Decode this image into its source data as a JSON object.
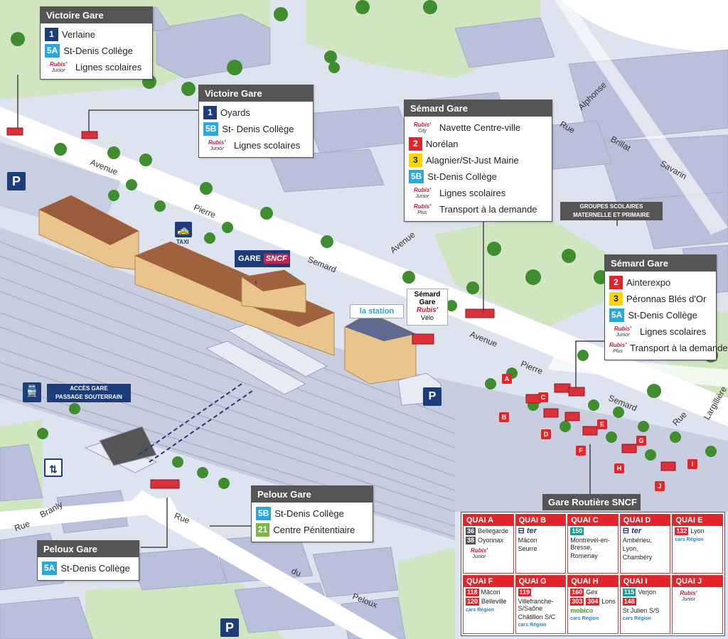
{
  "streets": {
    "avenue_1": "Avenue",
    "pierre_1": "Pierre",
    "avenue_2": "Avenue",
    "semard_1": "Semard",
    "avenue_3": "Avenue",
    "pierre_2": "Pierre",
    "semard_2": "Semard",
    "alphonse": "Alphonse",
    "rue_1": "Rue",
    "brillat": "Brillat",
    "savarin": "Savarin",
    "rue_2": "Rue",
    "largilliere": "Largillière",
    "rue_3": "Rue",
    "branly": "Branly",
    "rue_4": "Rue",
    "du": "du",
    "peloux": "Peloux"
  },
  "map_labels": {
    "taxi": "TAXI",
    "gare": "GARE",
    "sncf": "SNCF",
    "la_station": "la station",
    "semard_gare_line1": "Sémard",
    "semard_gare_line2": "Gare",
    "rubis": "Rubis'",
    "velo": "Vélo",
    "acces_line1": "ACCÈS GARE",
    "acces_line2": "PASSAGE SOUTERRAIN",
    "groupes_line1": "GROUPES SCOLAIRES",
    "groupes_line2": "MATERNELLE ET PRIMAIRE",
    "parking": "P",
    "quai_letters": [
      "A",
      "B",
      "C",
      "D",
      "E",
      "F",
      "G",
      "H",
      "I",
      "J"
    ]
  },
  "colors": {
    "line_blue": "#1c3d7a",
    "line_cyan": "#29a8e0",
    "line_red": "#e3242b",
    "line_yellow": "#ffd400",
    "line_green": "#7ab648",
    "line_gray": "#555555",
    "line_teal": "#1a9a8e"
  },
  "panels": {
    "victoire1": {
      "title": "Victoire Gare",
      "lines": [
        {
          "badge": "1",
          "color": "#1c3d7a",
          "text": "Verlaine"
        },
        {
          "badge": "5A",
          "color": "#29a8e0",
          "text": "St-Denis Collège"
        },
        {
          "logo": "Junior",
          "text": "Lignes scolaires"
        }
      ]
    },
    "victoire2": {
      "title": "Victoire Gare",
      "lines": [
        {
          "badge": "1",
          "color": "#1c3d7a",
          "text": "Oyards"
        },
        {
          "badge": "5B",
          "color": "#29a8e0",
          "text": "St- Denis Collège"
        },
        {
          "logo": "Junior",
          "text": "Lignes scolaires"
        }
      ]
    },
    "semard1": {
      "title": "Sémard Gare",
      "lines": [
        {
          "logo": "City",
          "text": "Navette Centre-ville"
        },
        {
          "badge": "2",
          "color": "#e3242b",
          "text": "Norélan"
        },
        {
          "badge": "3",
          "color": "#ffd400",
          "text": "Alagnier/St-Just Mairie"
        },
        {
          "badge": "5B",
          "color": "#29a8e0",
          "text": "St-Denis Collège"
        },
        {
          "logo": "Junior",
          "text": "Lignes scolaires"
        },
        {
          "logo": "Plus",
          "text": "Transport à la demande"
        }
      ]
    },
    "semard2": {
      "title": "Sémard Gare",
      "lines": [
        {
          "badge": "2",
          "color": "#e3242b",
          "text": "Ainterexpo"
        },
        {
          "badge": "3",
          "color": "#ffd400",
          "text": "Péronnas Blés d'Or"
        },
        {
          "badge": "5A",
          "color": "#29a8e0",
          "text": "St-Denis Collège"
        },
        {
          "logo": "Junior",
          "text": "Lignes scolaires"
        },
        {
          "logo": "Plus",
          "text": "Transport à la demande"
        }
      ]
    },
    "peloux1": {
      "title": "Peloux Gare",
      "lines": [
        {
          "badge": "5B",
          "color": "#29a8e0",
          "text": "St-Denis Collège"
        },
        {
          "badge": "21",
          "color": "#7ab648",
          "text": "Centre Pénitentiaire"
        }
      ]
    },
    "peloux2": {
      "title": "Peloux Gare",
      "lines": [
        {
          "badge": "5A",
          "color": "#29a8e0",
          "text": "St-Denis Collège"
        }
      ]
    }
  },
  "gare_routiere": {
    "title": "Gare Routière SNCF",
    "quais": [
      {
        "name": "QUAI A",
        "lines": [
          {
            "badge": "36",
            "color": "#555555",
            "text": "Bellegarde"
          },
          {
            "badge": "38",
            "color": "#555555",
            "text": "Oyonnax"
          },
          {
            "logo": "Junior",
            "text": ""
          }
        ]
      },
      {
        "name": "QUAI B",
        "lines": [
          {
            "ter": "ter",
            "text": ""
          },
          {
            "text": "Mâcon"
          },
          {
            "text": "Seurre"
          }
        ]
      },
      {
        "name": "QUAI C",
        "lines": [
          {
            "badge": "150",
            "color": "#1a9a8e",
            "text": ""
          },
          {
            "text": "Montrevel-en-Bresse,"
          },
          {
            "text": "Romenay"
          }
        ]
      },
      {
        "name": "QUAI D",
        "lines": [
          {
            "ter": "ter",
            "text": ""
          },
          {
            "text": "Ambérieu,"
          },
          {
            "text": "Lyon,"
          },
          {
            "text": "Chambéry"
          }
        ]
      },
      {
        "name": "QUAI E",
        "lines": [
          {
            "badge": "132",
            "color": "#e3242b",
            "text": "Lyon"
          },
          {
            "cars": "cars Région"
          }
        ]
      },
      {
        "name": "QUAI F",
        "lines": [
          {
            "badge": "118",
            "color": "#e3242b",
            "text": "Mâcon"
          },
          {
            "badge": "120",
            "color": "#e3242b",
            "text": "Belleville"
          },
          {
            "cars": "cars Région"
          }
        ]
      },
      {
        "name": "QUAI G",
        "lines": [
          {
            "badge": "119",
            "color": "#e3242b",
            "text": ""
          },
          {
            "text": "Villefranche-S/Saône"
          },
          {
            "text": "Châtillon S/C"
          },
          {
            "cars": "cars Région"
          }
        ]
      },
      {
        "name": "QUAI H",
        "lines": [
          {
            "badge": "160",
            "color": "#e3242b",
            "text": "Gex"
          },
          {
            "badge": "303",
            "color": "#e3242b",
            "badge2": "304",
            "text": "Lons"
          },
          {
            "text": "mobico"
          },
          {
            "cars": "cars Région"
          }
        ]
      },
      {
        "name": "QUAI I",
        "lines": [
          {
            "badge": "115",
            "color": "#1a9a8e",
            "text": "Verjon"
          },
          {
            "badge": "148",
            "color": "#e3242b",
            "text": ""
          },
          {
            "text": "St Julien S/S"
          },
          {
            "cars": "cars Région"
          }
        ]
      },
      {
        "name": "QUAI J",
        "lines": [
          {
            "logo": "Junior",
            "text": ""
          }
        ]
      }
    ]
  }
}
